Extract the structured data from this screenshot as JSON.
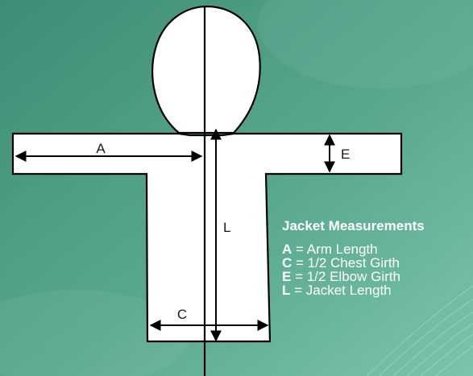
{
  "diagram": {
    "background": {
      "dark": "#3e8e77",
      "mid": "#58a88e",
      "light": "#7cc4ab"
    },
    "dimension_labels": {
      "arm": "A",
      "chest": "C",
      "elbow": "E",
      "length": "L"
    }
  },
  "legend": {
    "title": "Jacket Measurements",
    "items": [
      {
        "key": "A",
        "text": "= Arm Length"
      },
      {
        "key": "C",
        "text": "= 1/2 Chest Girth"
      },
      {
        "key": "E",
        "text": "= 1/2 Elbow Girth"
      },
      {
        "key": "L",
        "text": "= Jacket Length"
      }
    ]
  }
}
